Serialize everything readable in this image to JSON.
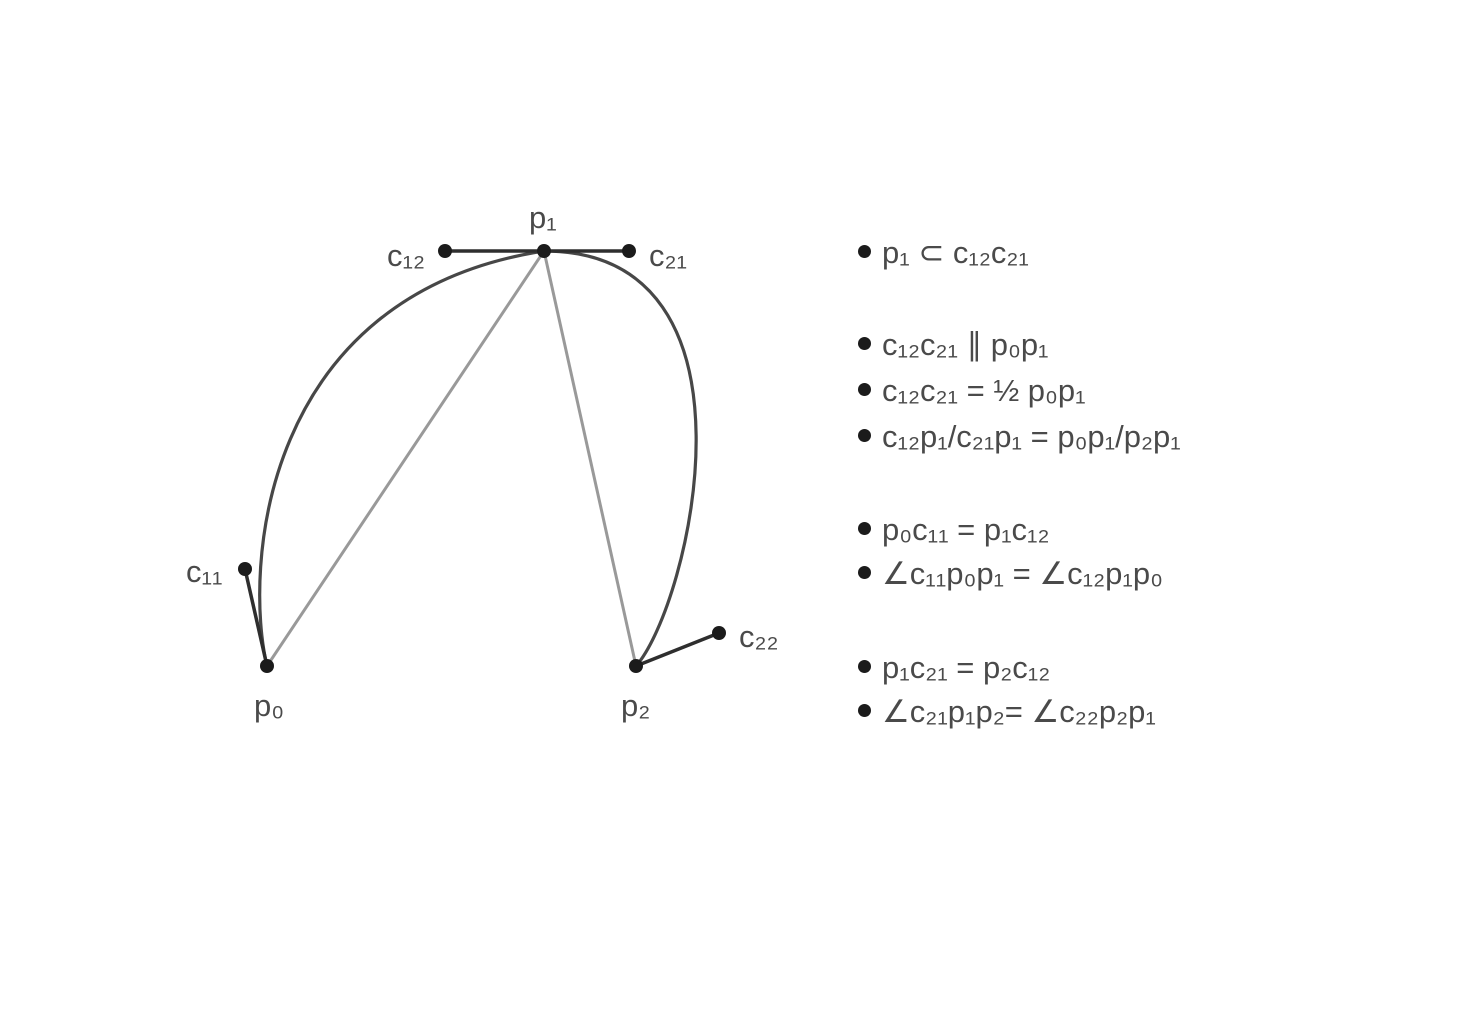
{
  "points": {
    "p0": "p₀",
    "p1": "p₁",
    "p2": "p₂",
    "c11": "c₁₁",
    "c12": "c₁₂",
    "c21": "c₂₁",
    "c22": "c₂₂"
  },
  "rules": [
    "p₁ ⊂ c₁₂c₂₁",
    "c₁₂c₂₁ ∥ p₀p₁",
    "c₁₂c₂₁ = ½ p₀p₁",
    "c₁₂p₁/c₂₁p₁ = p₀p₁/p₂p₁",
    "p₀c₁₁ = p₁c₁₂",
    "∠c₁₁p₀p₁ = ∠c₁₂p₁p₀",
    "p₁c₂₁ = p₂c₁₂",
    "∠c₂₁p₁p₂= ∠c₂₂p₂p₁"
  ],
  "colors": {
    "curve": "#474747",
    "chord": "#999999",
    "handle": "#2e2e2e",
    "point": "#1b1b1b"
  }
}
